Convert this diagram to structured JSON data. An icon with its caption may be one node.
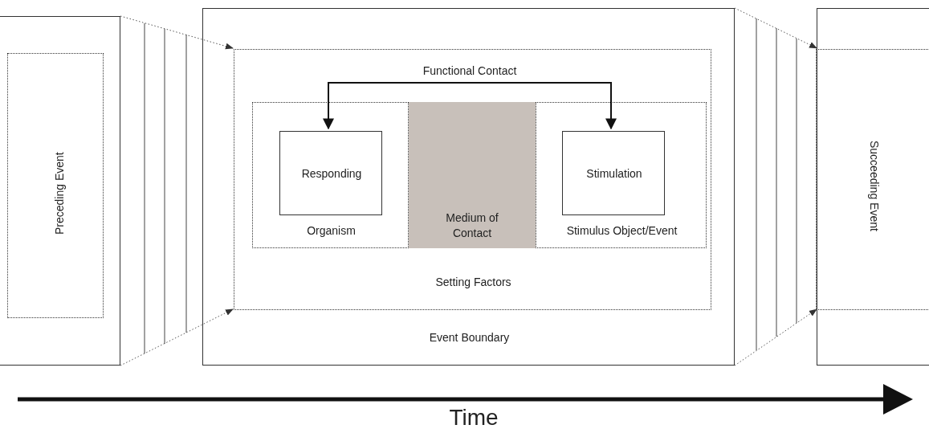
{
  "diagram": {
    "nodes": [
      {
        "text": [
          "Preceding Event"
        ]
      },
      {
        "text": [
          "Event Boundary"
        ]
      },
      {
        "text": [
          "Setting Factors"
        ],
        "in": 1
      },
      {
        "text": [
          "Organism"
        ],
        "in": 2
      },
      {
        "text": [
          "Medium of Contact"
        ],
        "in": 2
      },
      {
        "text": [
          "Stimulus Object/Event"
        ],
        "in": 2
      },
      {
        "text": [
          "Responding"
        ],
        "in": 3
      },
      {
        "text": [
          "Stimulation"
        ],
        "in": 5
      },
      {
        "text": [
          "Succeeding Event"
        ]
      }
    ],
    "edges": [
      {
        "from": 0,
        "to": 2,
        "arrow": "to",
        "style": "dashed"
      },
      {
        "from": 0,
        "to": 2,
        "arrow": "to",
        "style": "dashed"
      },
      {
        "from": 6,
        "to": 7,
        "arrow": "both",
        "label": "Functional Contact"
      },
      {
        "from": 1,
        "to": 8,
        "arrow": "to",
        "style": "dashed"
      },
      {
        "from": 1,
        "to": 8,
        "arrow": "to",
        "style": "dashed"
      }
    ],
    "labels": [
      "Time"
    ]
  }
}
